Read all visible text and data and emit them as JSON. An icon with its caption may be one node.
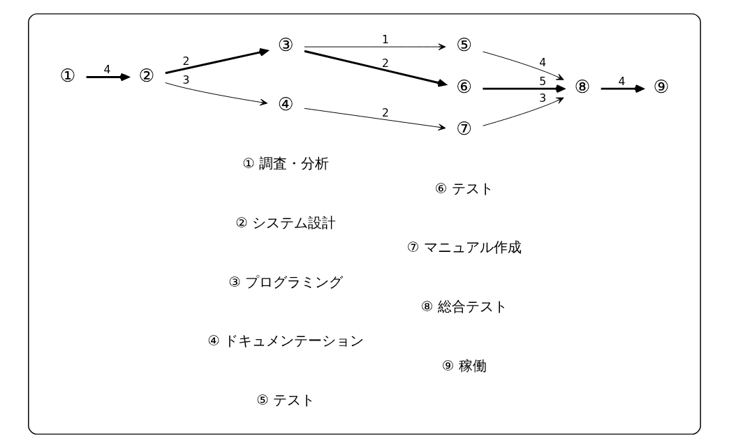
{
  "diagram": {
    "nodes": [
      {
        "text": [],
        "shape": "box"
      },
      {
        "text": [
          "①"
        ],
        "in": 0
      },
      {
        "text": [
          "②"
        ],
        "in": 0
      },
      {
        "text": [
          "③"
        ],
        "in": 0
      },
      {
        "text": [
          "④"
        ],
        "in": 0
      },
      {
        "text": [
          "⑤"
        ],
        "in": 0
      },
      {
        "text": [
          "⑥"
        ],
        "in": 0
      },
      {
        "text": [
          "⑦"
        ],
        "in": 0
      },
      {
        "text": [
          "⑧"
        ],
        "in": 0
      },
      {
        "text": [
          "⑨"
        ],
        "in": 0
      }
    ],
    "edges": [
      {
        "from": 1,
        "to": 2,
        "arrow": "to",
        "label": "4",
        "style": "thick"
      },
      {
        "from": 2,
        "to": 3,
        "arrow": "to",
        "label": "2",
        "style": "thick"
      },
      {
        "from": 2,
        "to": 4,
        "arrow": "to",
        "label": "3"
      },
      {
        "from": 3,
        "to": 5,
        "arrow": "to",
        "label": "1"
      },
      {
        "from": 3,
        "to": 6,
        "arrow": "to",
        "label": "2",
        "style": "thick"
      },
      {
        "from": 4,
        "to": 7,
        "arrow": "to",
        "label": "2"
      },
      {
        "from": 5,
        "to": 8,
        "arrow": "to",
        "label": "4"
      },
      {
        "from": 6,
        "to": 8,
        "arrow": "to",
        "label": "5",
        "style": "thick"
      },
      {
        "from": 7,
        "to": 8,
        "arrow": "to",
        "label": "3"
      },
      {
        "from": 8,
        "to": 9,
        "arrow": "to",
        "label": "4",
        "style": "thick"
      }
    ],
    "labels": [
      "① 調査・分析",
      "② システム設計",
      "③ プログラミング",
      "④ ドキュメンテーション",
      "⑤ テスト",
      "⑥ テスト",
      "⑦ マニュアル作成",
      "⑧ 総合テスト",
      "⑨ 稼働"
    ]
  }
}
